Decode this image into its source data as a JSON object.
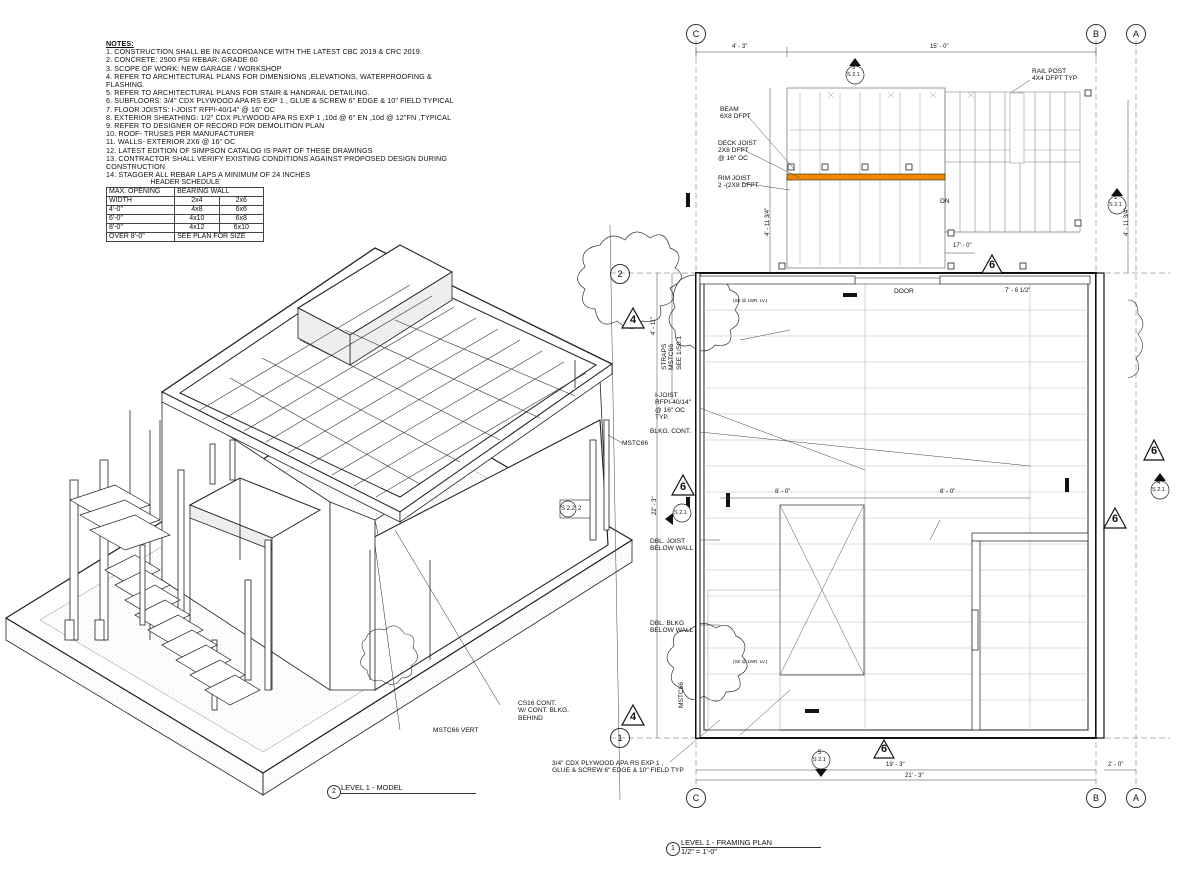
{
  "notes": {
    "heading": "NOTES:",
    "items": [
      "1. CONSTRUCTION SHALL BE IN ACCORDANCE WITH THE LATEST CBC 2019 & CRC 2019.",
      "2. CONCRETE: 2500 PSI REBAR: GRADE 60",
      "3. SCOPE OF WORK: NEW GARAGE / WORKSHOP",
      "4. REFER TO ARCHITECTURAL PLANS FOR DIMENSIONS ,ELEVATIONS, WATERPROOFING &",
      "FLASHING.",
      "5. REFER TO ARCHITECTURAL PLANS FOR STAIR & HANDRAIL DETAILING.",
      "6. SUBFLOORS: 3/4\" CDX PLYWOOD APA RS EXP 1 , GLUE & SCREW 6\" EDGE & 10\" FIELD TYPICAL",
      "7. FLOOR JOISTS: I-JOIST RFPI-40/14\" @ 16\" OC",
      "8. EXTERIOR SHEATHING: 1/2\" CDX PLYWOOD APA RS EXP 1 ,10d @ 6\" EN ,10d @ 12\"FN ,TYPICAL",
      "9. REFER TO DESIGNER OF RECORD FOR DEMOLITION PLAN",
      "10. ROOF- TRUSES PER MANUFACTURER",
      "11. WALLS- EXTERIOR 2X6 @ 16\" OC",
      "12. LATEST EDITION OF SIMPSON CATALOG IS PART OF THESE DRAWINGS",
      "13. CONTRACTOR SHALL VERIFY EXISTING CONDITIONS AGAINST PROPOSED DESIGN DURING",
      "CONSTRUCTION",
      "14. STAGGER ALL REBAR LAPS A MINIMUM OF 24 INCHES"
    ]
  },
  "header_schedule": {
    "title": "HEADER SCHEDULE",
    "col1": "MAX. OPENING",
    "col2": "BEARING WALL",
    "rows": [
      [
        "WIDTH",
        "2x4",
        "2x6"
      ],
      [
        "4'-0\"",
        "4x8",
        "6x6"
      ],
      [
        "6'-0\"",
        "4x10",
        "6x8"
      ],
      [
        "8'-0\"",
        "4x12",
        "6x10"
      ]
    ],
    "last_left": "OVER 8'-0\"",
    "last_right": "SEE PLAN FOR SIZE"
  },
  "model": {
    "title": "LEVEL 1 - MODEL",
    "number": "2",
    "labels": {
      "mstc66_top": "MSTC66",
      "cs16": "CS16 CONT.\nW/ CONT. BLKG.\nBEHIND",
      "mstc66_vert": "MSTC66 VERT",
      "detail": "S 2.2",
      "detail_num": "2"
    }
  },
  "plan": {
    "title": "LEVEL 1 - FRAMING PLAN",
    "scale": "1/2\" = 1'-0\"",
    "number": "1",
    "grid": {
      "c": "C",
      "b": "B",
      "a": "A",
      "one": "1",
      "two": "2"
    },
    "callouts": {
      "beam": "BEAM\n6X8 DFPT",
      "deck_joist": "DECK JOIST\n2X8 DFPT\n@ 16\" OC",
      "rim_joist": "RIM JOIST\n2 -(2X8 DFPT",
      "rail_post": "RAIL POST\n4X4 DFPT TYP",
      "door": "DOOR",
      "dn": "DN",
      "i_joist": "I-JOIST\nRFPI-40/14\"\n@ 16\" OC\nTYP.",
      "blkg": "BLKG. CONT.",
      "dbl_joist": "DBL. JOIST\nBELOW WALL",
      "dbl_blkg": "DBL. BLKG\nBELOW WALL",
      "straps": "STRAPS\nMSTC66\nSEE 1/S0.1",
      "mstc66": "MSTC66",
      "plywood": "3/4\" CDX PLYWOOD APA RS EXP 1 ,\nGLUE & SCREW 6\" EDGE & 10\" FIELD TYP",
      "small1": "(SE @ LWR. LV.)",
      "small2": "(SE @ LWR. LV.)"
    },
    "dims": {
      "d1": "4' - 3\"",
      "d2": "15' - 0\"",
      "d3": "17' - 0\"",
      "d4": "4' - 11 3/4\"",
      "d5": "7' - 6 1/2\"",
      "d6": "8' - 0\"",
      "d7": "8' - 0\"",
      "d8": "19' - 3\"",
      "d9": "21' - 3\"",
      "d10": "2' - 0\"",
      "d11": "22' - 3\"",
      "d12": "4' - 11\"",
      "d13": "4' - 11 3/4\""
    },
    "sections": {
      "tri": "4",
      "six": "6",
      "s21": "S 2.1",
      "n1": "1",
      "n3": "3",
      "n4": "4",
      "n5": "5",
      "n6": "6"
    }
  },
  "colors": {
    "accent": "#f08a00",
    "line": "#222222"
  }
}
